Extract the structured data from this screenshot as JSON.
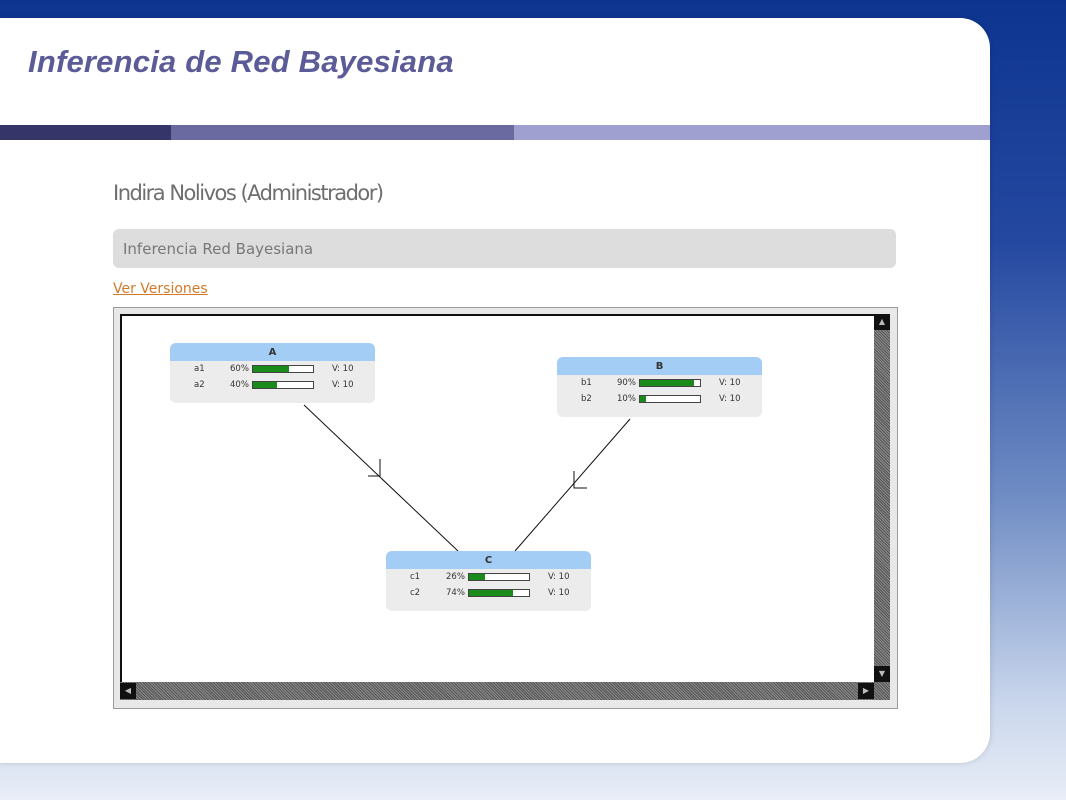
{
  "slide": {
    "title": "Inferencia de Red Bayesiana"
  },
  "user": {
    "heading": "Indira Nolivos (Administrador)"
  },
  "section": {
    "title": "Inferencia Red Bayesiana"
  },
  "links": {
    "versions": "Ver Versiones"
  },
  "colors": {
    "header_bar": "#a3cdf5",
    "fill": "#1a8a1a",
    "link": "#d27a2a",
    "title": "#5b5b98"
  },
  "network": {
    "nodes": [
      {
        "name": "A",
        "states": [
          {
            "label": "a1",
            "pct_text": "60%",
            "value": 60,
            "v": "V: 10"
          },
          {
            "label": "a2",
            "pct_text": "40%",
            "value": 40,
            "v": "V: 10"
          }
        ]
      },
      {
        "name": "B",
        "states": [
          {
            "label": "b1",
            "pct_text": "90%",
            "value": 90,
            "v": "V: 10"
          },
          {
            "label": "b2",
            "pct_text": "10%",
            "value": 10,
            "v": "V: 10"
          }
        ]
      },
      {
        "name": "C",
        "states": [
          {
            "label": "c1",
            "pct_text": "26%",
            "value": 26,
            "v": "V: 10"
          },
          {
            "label": "c2",
            "pct_text": "74%",
            "value": 74,
            "v": "V: 10"
          }
        ]
      }
    ],
    "edges": [
      {
        "from": "A",
        "to": "C"
      },
      {
        "from": "B",
        "to": "C"
      }
    ]
  }
}
